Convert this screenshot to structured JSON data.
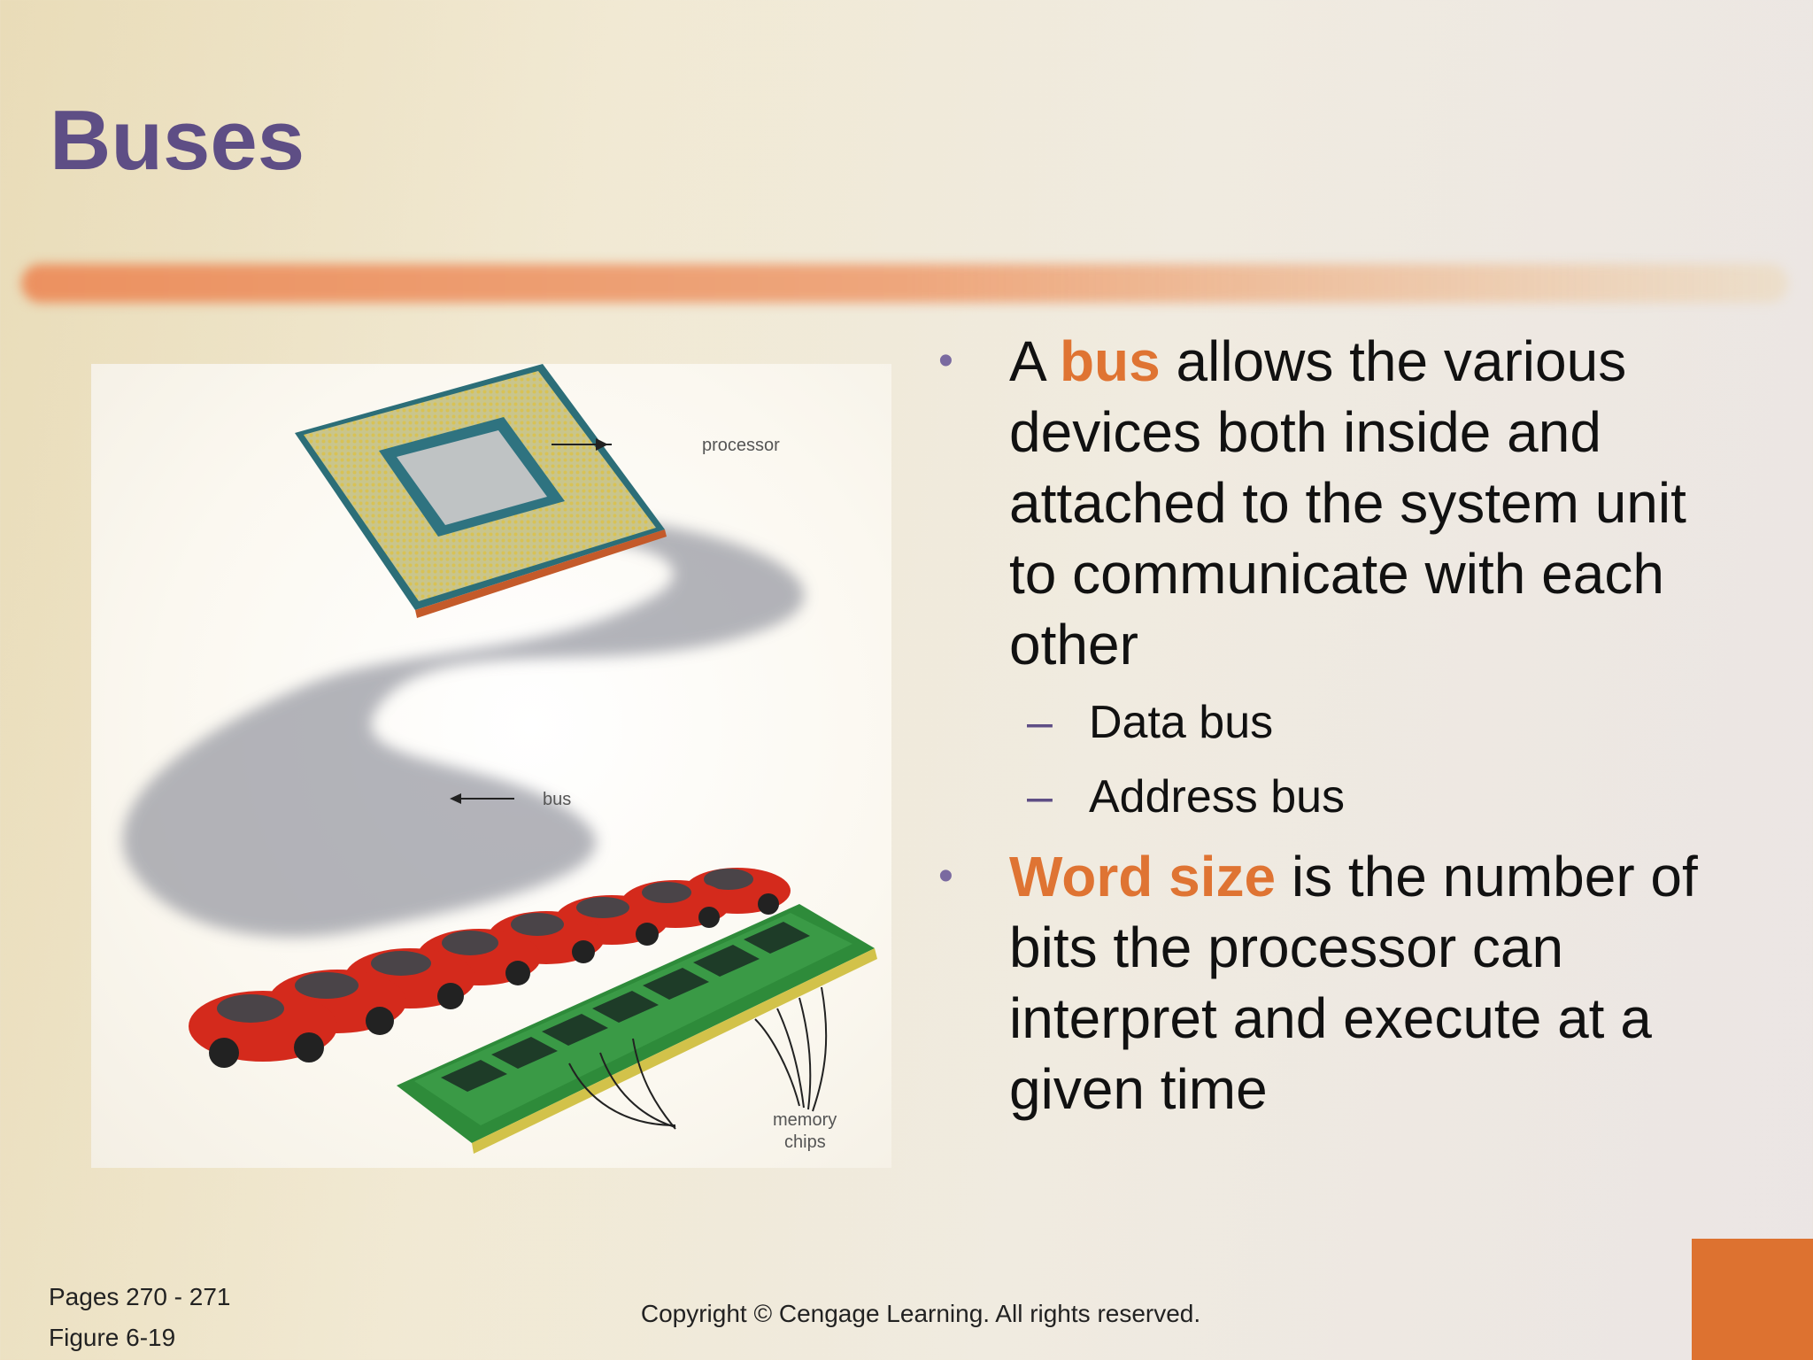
{
  "slide": {
    "title": "Buses",
    "bullets": [
      {
        "prefix": "A ",
        "term": "bus",
        "text": " allows the various devices both inside and attached to the system unit to communicate with each other"
      },
      {
        "prefix": "",
        "term": "Word size",
        "text": " is the number of bits the processor can interpret and execute at a given time"
      }
    ],
    "sub_bullets": [
      "Data bus",
      "Address bus"
    ],
    "bullet_glyph": "•",
    "dash_glyph": "–",
    "figure": {
      "labels": {
        "processor": "processor",
        "bus": "bus",
        "memory_line1": "memory",
        "memory_line2": "chips"
      }
    },
    "footer": {
      "pages": "Pages 270 - 271",
      "figure": "Figure 6-19",
      "copyright": "Copyright © Cengage Learning. All rights reserved."
    },
    "colors": {
      "title": "#5e4e85",
      "accent": "#df7433",
      "stripe": "#ec9160",
      "corner": "#dd7230"
    }
  }
}
